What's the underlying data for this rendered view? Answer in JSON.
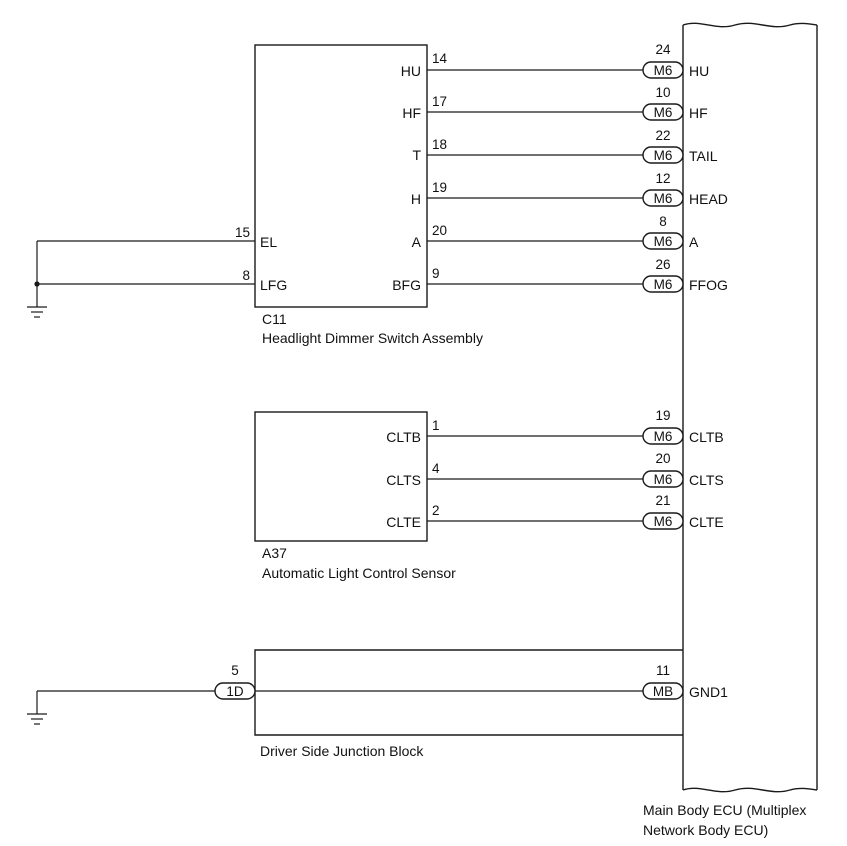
{
  "ecu": {
    "label_line1": "Main Body ECU (Multiplex",
    "label_line2": "Network Body ECU)",
    "connector": "M6",
    "connector_gnd": "MB"
  },
  "dimmer_switch": {
    "code": "C11",
    "name": "Headlight Dimmer Switch Assembly",
    "left_pins": [
      {
        "label": "EL",
        "pin": "15"
      },
      {
        "label": "LFG",
        "pin": "8"
      }
    ],
    "right_pins": [
      {
        "label": "HU",
        "pin": "14",
        "ecu_pin": "24",
        "ecu_label": "HU"
      },
      {
        "label": "HF",
        "pin": "17",
        "ecu_pin": "10",
        "ecu_label": "HF"
      },
      {
        "label": "T",
        "pin": "18",
        "ecu_pin": "22",
        "ecu_label": "TAIL"
      },
      {
        "label": "H",
        "pin": "19",
        "ecu_pin": "12",
        "ecu_label": "HEAD"
      },
      {
        "label": "A",
        "pin": "20",
        "ecu_pin": "8",
        "ecu_label": "A"
      },
      {
        "label": "BFG",
        "pin": "9",
        "ecu_pin": "26",
        "ecu_label": "FFOG"
      }
    ]
  },
  "light_sensor": {
    "code": "A37",
    "name": "Automatic Light Control Sensor",
    "pins": [
      {
        "label": "CLTB",
        "pin": "1",
        "ecu_pin": "19",
        "ecu_label": "CLTB"
      },
      {
        "label": "CLTS",
        "pin": "4",
        "ecu_pin": "20",
        "ecu_label": "CLTS"
      },
      {
        "label": "CLTE",
        "pin": "2",
        "ecu_pin": "21",
        "ecu_label": "CLTE"
      }
    ]
  },
  "junction_block": {
    "name": "Driver Side Junction Block",
    "connector": "1D",
    "pin": "5",
    "ecu_pin": "11",
    "ecu_label": "GND1"
  }
}
